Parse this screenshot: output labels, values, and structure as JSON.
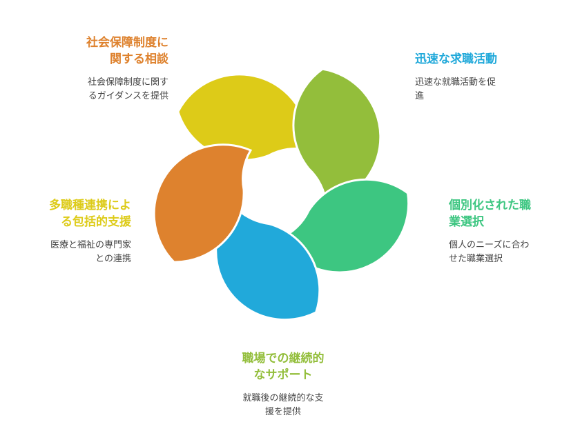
{
  "colors": {
    "orange": "#DE822E",
    "blue": "#21A9DA",
    "green": "#3DC681",
    "lime": "#93BE3B",
    "yellow": "#DDCB18"
  },
  "sections": {
    "top_left": {
      "title": "社会保障制度に\n関する相談",
      "desc": "社会保障制度に関す\nるガイダンスを提供",
      "color": "#DE822E"
    },
    "top_right": {
      "title": "迅速な求職活動",
      "desc": "迅速な就職活動を促\n進",
      "color": "#21A9DA"
    },
    "mid_right": {
      "title": "個別化された職\n業選択",
      "desc": "個人のニーズに合わ\nせた職業選択",
      "color": "#3DC681"
    },
    "bottom": {
      "title": "職場での継続的\nなサポート",
      "desc": "就職後の継続的な支\n援を提供",
      "color": "#93BE3B"
    },
    "mid_left": {
      "title": "多職種連携によ\nる包括的支援",
      "desc": "医療と福祉の専門家\nとの連携",
      "color": "#DDCB18"
    }
  }
}
